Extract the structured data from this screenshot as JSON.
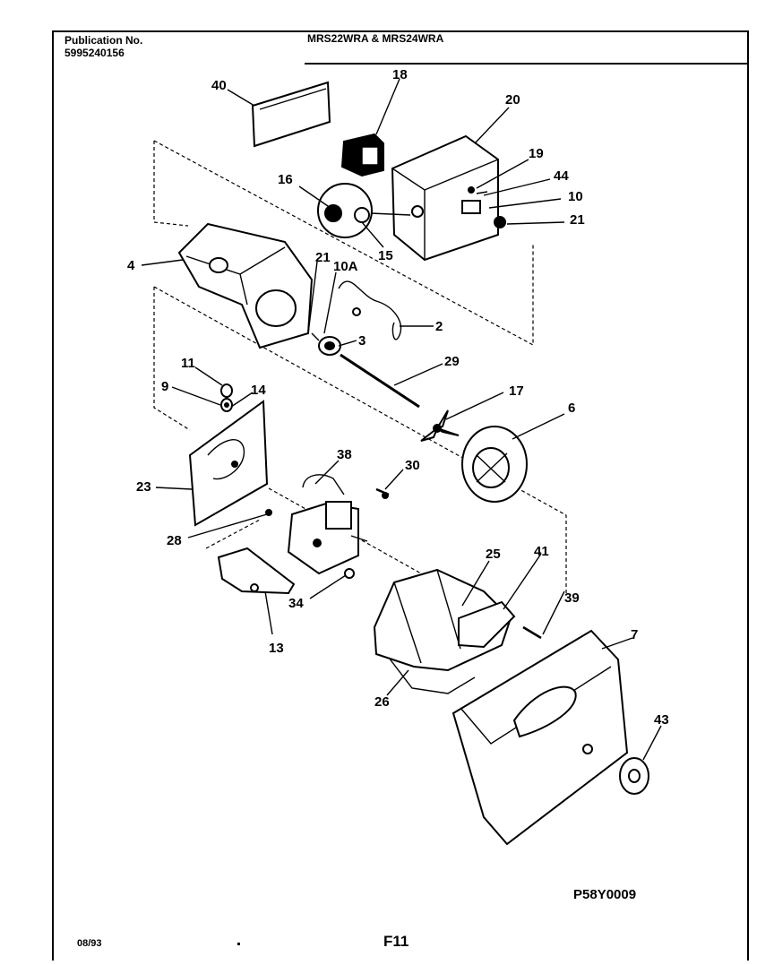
{
  "header": {
    "publication_label": "Publication No.",
    "publication_number": "5995240156",
    "models": "MRS22WRA & MRS24WRA"
  },
  "footer": {
    "date": "08/93",
    "figure": "F11",
    "drawing_code": "P58Y0009"
  },
  "callouts": [
    "40",
    "18",
    "20",
    "19",
    "44",
    "10",
    "21",
    "16",
    "15",
    "4",
    "21",
    "10A",
    "2",
    "3",
    "29",
    "11",
    "9",
    "14",
    "17",
    "6",
    "23",
    "38",
    "30",
    "28",
    "25",
    "41",
    "39",
    "7",
    "34",
    "13",
    "26",
    "43"
  ]
}
